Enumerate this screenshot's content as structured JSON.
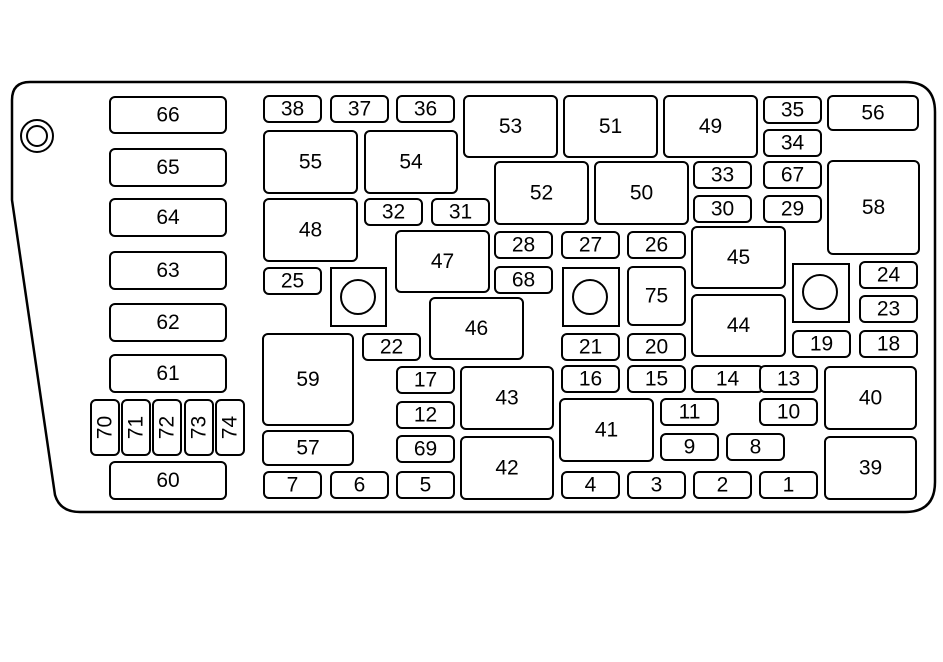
{
  "fuses": [
    {
      "label": "66"
    },
    {
      "label": "65"
    },
    {
      "label": "64"
    },
    {
      "label": "63"
    },
    {
      "label": "62"
    },
    {
      "label": "61"
    },
    {
      "label": "60"
    },
    {
      "label": "70"
    },
    {
      "label": "71"
    },
    {
      "label": "72"
    },
    {
      "label": "73"
    },
    {
      "label": "74"
    },
    {
      "label": "38"
    },
    {
      "label": "37"
    },
    {
      "label": "36"
    },
    {
      "label": "55"
    },
    {
      "label": "54"
    },
    {
      "label": "48"
    },
    {
      "label": "32"
    },
    {
      "label": "31"
    },
    {
      "label": "25"
    },
    {
      "label": "22"
    },
    {
      "label": "59"
    },
    {
      "label": "57"
    },
    {
      "label": "7"
    },
    {
      "label": "6"
    },
    {
      "label": "5"
    },
    {
      "label": "53"
    },
    {
      "label": "51"
    },
    {
      "label": "49"
    },
    {
      "label": "52"
    },
    {
      "label": "50"
    },
    {
      "label": "47"
    },
    {
      "label": "46"
    },
    {
      "label": "28"
    },
    {
      "label": "27"
    },
    {
      "label": "26"
    },
    {
      "label": "68"
    },
    {
      "label": "75"
    },
    {
      "label": "21"
    },
    {
      "label": "20"
    },
    {
      "label": "17"
    },
    {
      "label": "12"
    },
    {
      "label": "69"
    },
    {
      "label": "43"
    },
    {
      "label": "42"
    },
    {
      "label": "16"
    },
    {
      "label": "15"
    },
    {
      "label": "14"
    },
    {
      "label": "13"
    },
    {
      "label": "41"
    },
    {
      "label": "11"
    },
    {
      "label": "10"
    },
    {
      "label": "9"
    },
    {
      "label": "8"
    },
    {
      "label": "4"
    },
    {
      "label": "3"
    },
    {
      "label": "2"
    },
    {
      "label": "1"
    },
    {
      "label": "35"
    },
    {
      "label": "34"
    },
    {
      "label": "33"
    },
    {
      "label": "67"
    },
    {
      "label": "30"
    },
    {
      "label": "29"
    },
    {
      "label": "45"
    },
    {
      "label": "44"
    },
    {
      "label": "56"
    },
    {
      "label": "58"
    },
    {
      "label": "24"
    },
    {
      "label": "23"
    },
    {
      "label": "19"
    },
    {
      "label": "18"
    },
    {
      "label": "40"
    },
    {
      "label": "39"
    }
  ]
}
